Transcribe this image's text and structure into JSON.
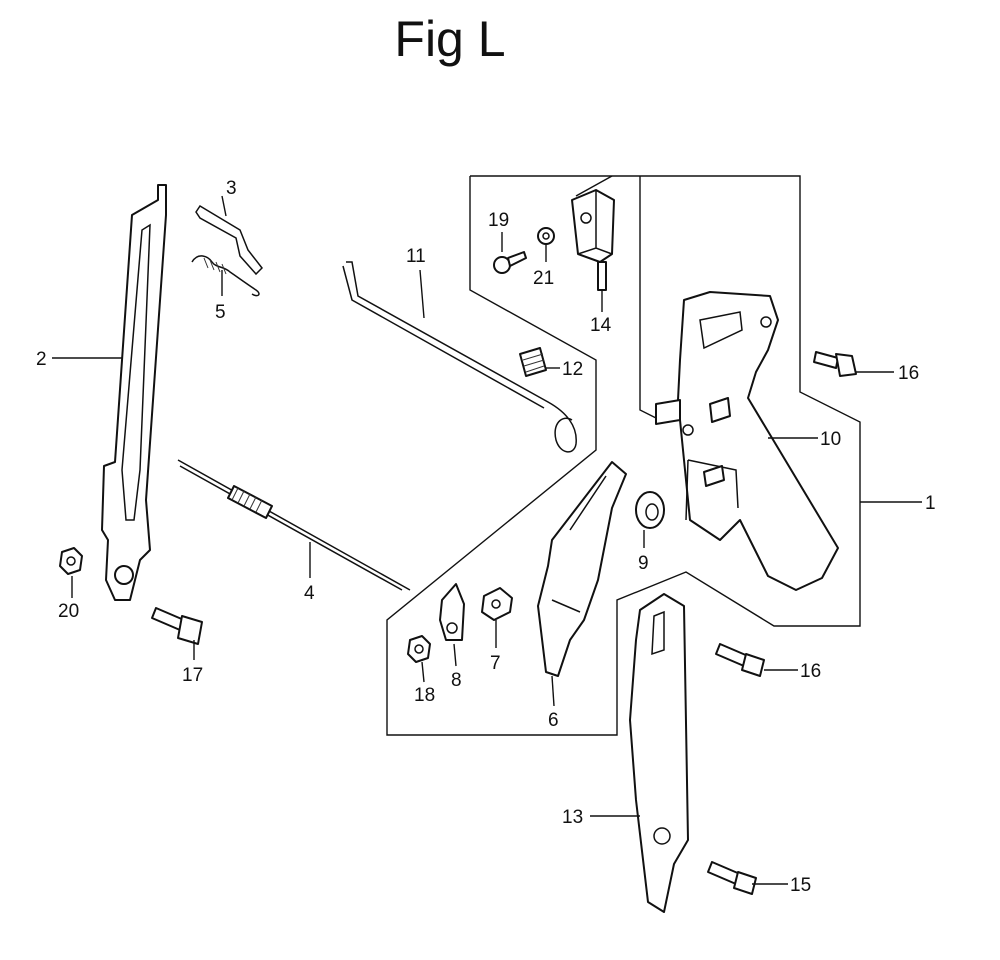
{
  "figure": {
    "title": "Fig L"
  },
  "callouts": {
    "c1": "1",
    "c2": "2",
    "c3": "3",
    "c4": "4",
    "c5": "5",
    "c6": "6",
    "c7": "7",
    "c8": "8",
    "c9": "9",
    "c10": "10",
    "c11": "11",
    "c12": "12",
    "c13": "13",
    "c14": "14",
    "c15": "15",
    "c16a": "16",
    "c16b": "16",
    "c17": "17",
    "c18": "18",
    "c19": "19",
    "c20": "20",
    "c21": "21"
  }
}
